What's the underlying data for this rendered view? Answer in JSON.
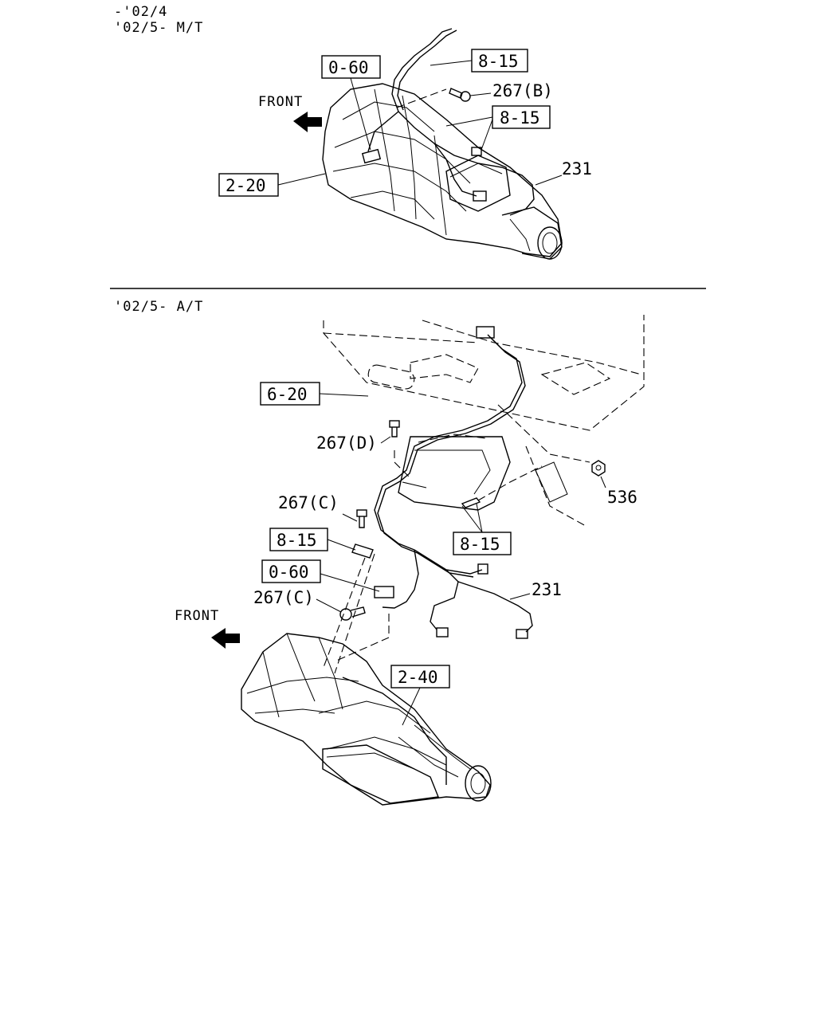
{
  "headers": {
    "mt_line1": "-'02/4",
    "mt_line2": "'02/5- M/T",
    "at_line": "'02/5- A/T"
  },
  "front_label": "FRONT",
  "mt_callouts": {
    "ref_0_60": "0-60",
    "ref_8_15_top": "8-15",
    "ref_8_15_mid": "8-15",
    "ref_2_20": "2-20",
    "part_267b": "267(B)",
    "part_231": "231"
  },
  "at_callouts": {
    "ref_6_20": "6-20",
    "ref_8_15_left": "8-15",
    "ref_8_15_right": "8-15",
    "ref_0_60": "0-60",
    "ref_2_40": "2-40",
    "part_267d": "267(D)",
    "part_267c_upper": "267(C)",
    "part_267c_lower": "267(C)",
    "part_536": "536",
    "part_231": "231"
  },
  "icons": [
    "front-arrow-icon",
    "bolt-icon",
    "nut-icon",
    "connector-icon"
  ]
}
